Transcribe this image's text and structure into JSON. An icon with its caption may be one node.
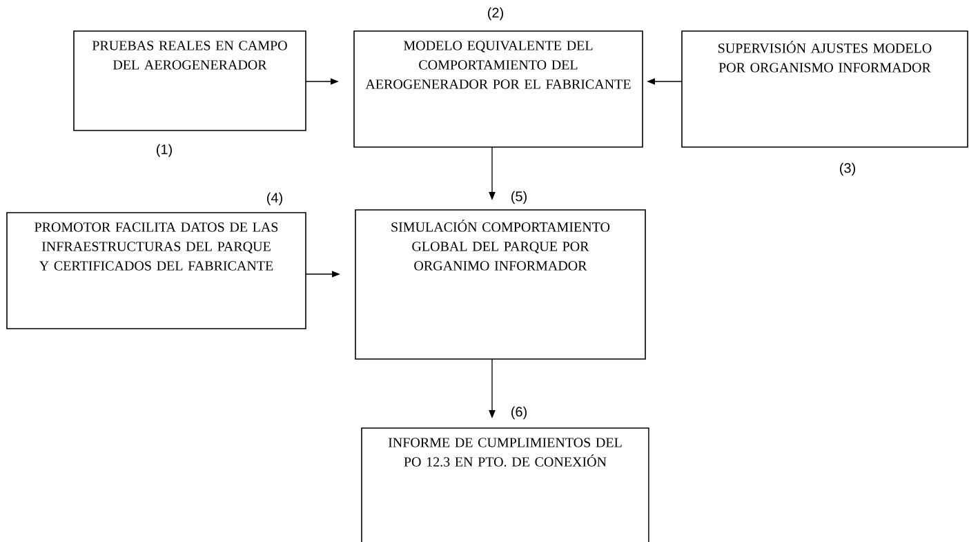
{
  "diagram": {
    "nodes": [
      {
        "text": [
          "PRUEBAS REALES EN CAMPO DEL AEROGENERADOR"
        ],
        "beside": [
          "(1)"
        ]
      },
      {
        "text": [
          "MODELO EQUIVALENTE DEL COMPORTAMIENTO DEL AEROGENERADOR POR EL FABRICANTE"
        ],
        "beside": [
          "(2)"
        ]
      },
      {
        "text": [
          "SUPERVISIÓN AJUSTES MODELO POR ORGANISMO INFORMADOR"
        ],
        "beside": [
          "(3)"
        ]
      },
      {
        "text": [
          "PROMOTOR FACILITA DATOS DE LAS INFRAESTRUCTURAS DEL PARQUE Y CERTIFICADOS DEL FABRICANTE"
        ],
        "beside": [
          "(4)"
        ]
      },
      {
        "text": [
          "SIMULACIÓN COMPORTAMIENTO GLOBAL DEL PARQUE POR ORGANIMO INFORMADOR"
        ],
        "beside": [
          "(5)"
        ]
      },
      {
        "text": [
          "INFORME DE CUMPLIMIENTOS DEL PO 12.3 EN PTO. DE CONEXIÓN"
        ],
        "beside": [
          "(6)"
        ]
      }
    ],
    "edges": [
      {
        "from": 0,
        "to": 1,
        "arrow": "to"
      },
      {
        "from": 2,
        "to": 1,
        "arrow": "to"
      },
      {
        "from": 1,
        "to": 4,
        "arrow": "to"
      },
      {
        "from": 3,
        "to": 4,
        "arrow": "to"
      },
      {
        "from": 4,
        "to": 5,
        "arrow": "to"
      }
    ]
  }
}
